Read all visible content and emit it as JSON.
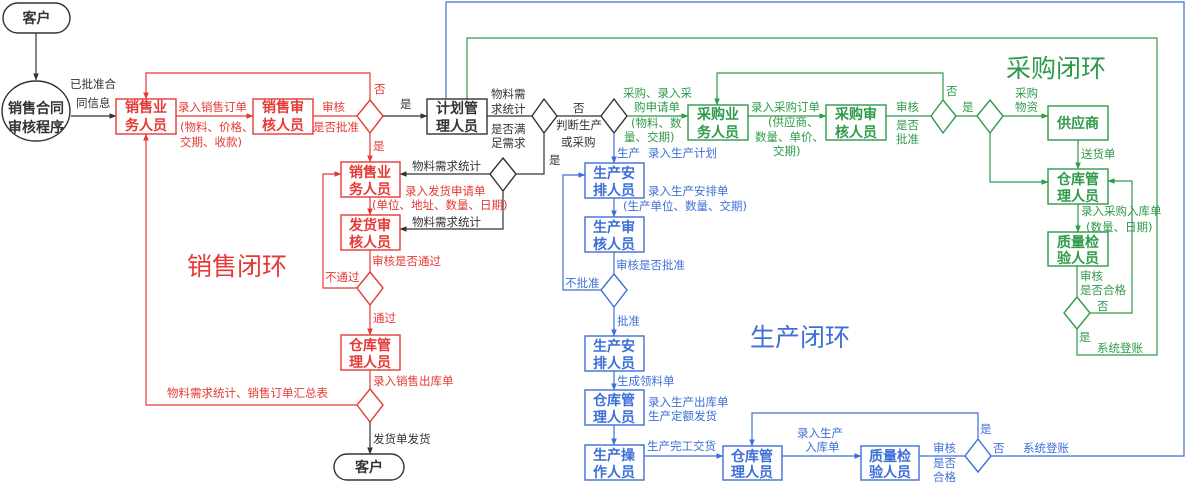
{
  "colors": {
    "sales": "#e53935",
    "production": "#3d6fd6",
    "purchasing": "#2f9a4a",
    "neutral": "#333333"
  },
  "sections": {
    "sales": "销售闭环",
    "production": "生产闭环",
    "purchasing": "采购闭环"
  },
  "nodes": {
    "customer_top": "客户",
    "contract_review": [
      "销售合同",
      "审核程序"
    ],
    "sales_rep": [
      "销售业",
      "务人员"
    ],
    "sales_reviewer": [
      "销售审",
      "核人员"
    ],
    "planner": [
      "计划管",
      "理人员"
    ],
    "sales_rep_2": [
      "销售业",
      "务人员"
    ],
    "shipping_reviewer": [
      "发货审",
      "核人员"
    ],
    "sales_warehouse": [
      "仓库管",
      "理人员"
    ],
    "customer_bottom": "客户",
    "prod_scheduler": [
      "生产安",
      "排人员"
    ],
    "prod_reviewer": [
      "生产审",
      "核人员"
    ],
    "prod_scheduler_2": [
      "生产安",
      "排人员"
    ],
    "prod_warehouse": [
      "仓库管",
      "理人员"
    ],
    "prod_operator": [
      "生产操",
      "作人员"
    ],
    "prod_warehouse_2": [
      "仓库管",
      "理人员"
    ],
    "prod_qc": [
      "质量检",
      "验人员"
    ],
    "buyer": [
      "采购业",
      "务人员"
    ],
    "purchase_reviewer": [
      "采购审",
      "核人员"
    ],
    "supplier": "供应商",
    "purchase_warehouse": [
      "仓库管",
      "理人员"
    ],
    "purchase_qc": [
      "质量检",
      "验人员"
    ]
  },
  "edges": {
    "approved_contract": [
      "已批准合",
      "同信息"
    ],
    "enter_sales_order": "录入销售订单",
    "sales_order_detail": [
      "(物料、价格、",
      "交期、收款)"
    ],
    "sales_review": [
      "审核",
      "是否批准"
    ],
    "sales_review_no": "否",
    "sales_review_yes_right": "是",
    "sales_review_yes_down": "是",
    "planner_check": [
      "物料需",
      "求统计",
      "是否满",
      "足需求"
    ],
    "planner_no": "否",
    "planner_yes": "是",
    "decide": [
      "判断生产",
      "或采购"
    ],
    "material_stats_1": "物料需求统计",
    "material_stats_2": "物料需求统计",
    "enter_shipping_request": "录入发货申请单",
    "shipping_request_detail": "(单位、地址、数量、日期)",
    "shipping_review": "审核是否通过",
    "shipping_fail": "不通过",
    "shipping_pass": "通过",
    "enter_sales_outbound": "录入销售出库单",
    "sales_summary": "物料需求统计、销售订单汇总表",
    "ship_goods": "发货单发货",
    "production": "生产",
    "enter_production_plan": "录入生产计划",
    "enter_schedule": "录入生产安排单",
    "schedule_detail": "(生产单位、数量、交期)",
    "prod_review": "审核是否批准",
    "prod_reject": "不批准",
    "prod_approve": "批准",
    "generate_picking": "生成领料单",
    "enter_prod_outbound": [
      "录入生产出库单",
      "生产定额发货"
    ],
    "finished_delivery": "生产完工交货",
    "enter_prod_inbound": [
      "录入生产",
      "入库单"
    ],
    "prod_qc_review": [
      "审核",
      "是否",
      "合格"
    ],
    "prod_qc_yes": "是",
    "prod_qc_no": "否",
    "prod_system_post": "系统登账",
    "purchase_request": [
      "采购、录入采",
      "购申请单",
      "(物料、数",
      "量、交期)"
    ],
    "enter_purchase_order": "录入采购订单",
    "purchase_order_detail": [
      "(供应商、",
      "数量、单价、",
      "交期)"
    ],
    "purchase_review": [
      "审核",
      "是否",
      "批准"
    ],
    "purchase_review_no": "否",
    "purchase_review_yes": "是",
    "purchase_goods": [
      "采购",
      "物资"
    ],
    "delivery_note": "送货单",
    "enter_purchase_inbound": [
      "录入采购入库单",
      "(数量、日期)"
    ],
    "purchase_qc_review": [
      "审核",
      "是否合格"
    ],
    "purchase_qc_no": "否",
    "purchase_qc_yes": "是",
    "purchase_system_post": "系统登账"
  }
}
